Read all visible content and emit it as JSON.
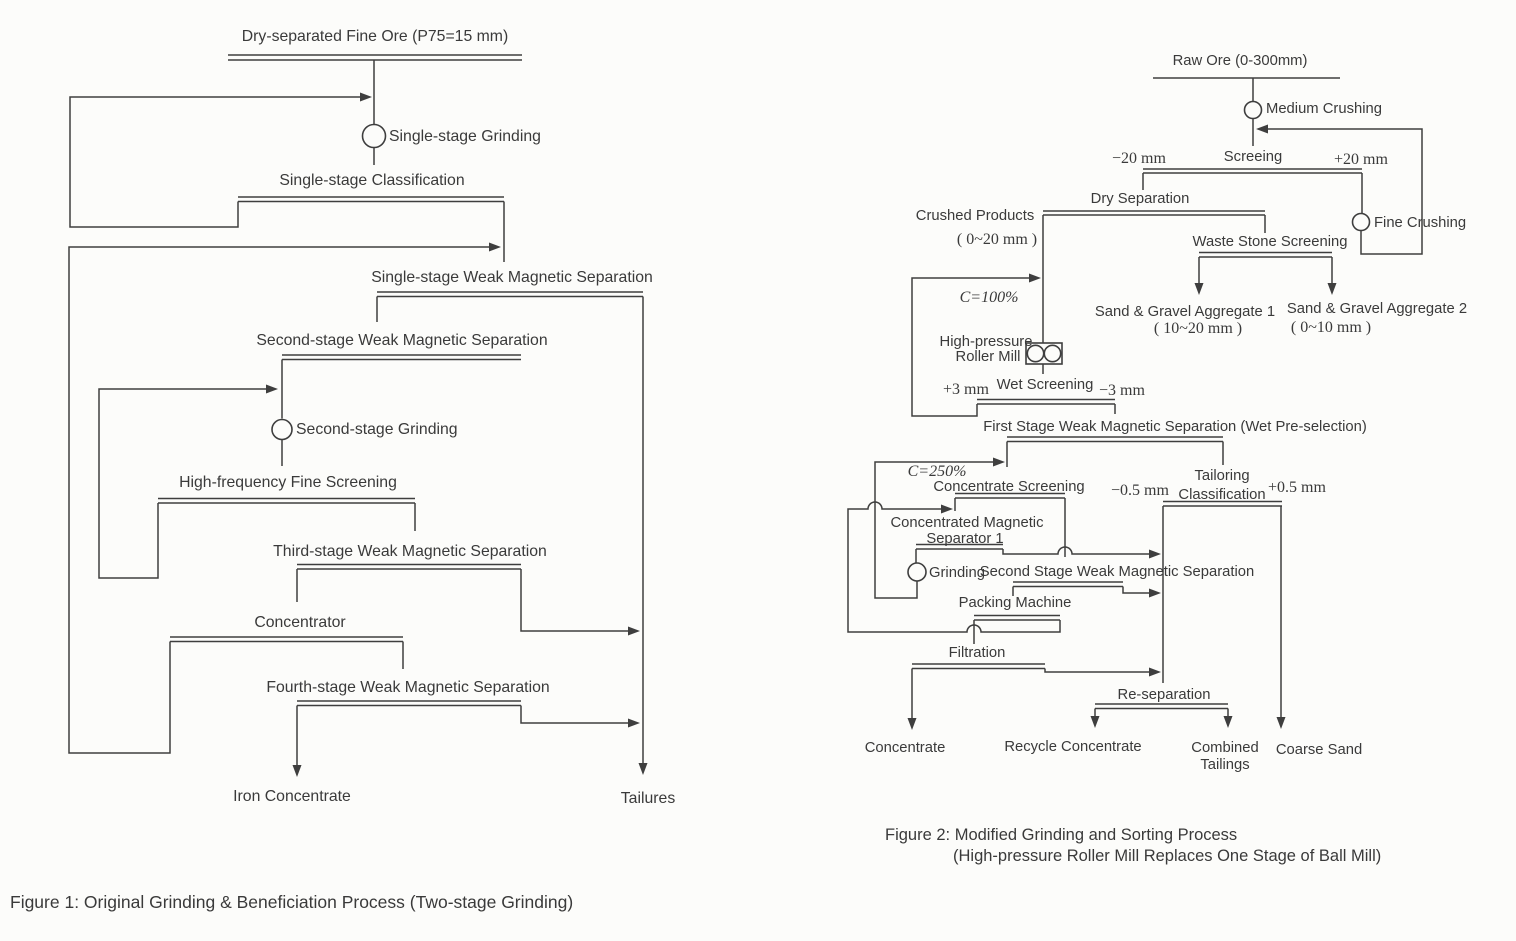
{
  "figure1": {
    "caption": "Figure 1: Original Grinding & Beneficiation Process (Two-stage Grinding)",
    "labels": {
      "feed": "Dry-separated Fine Ore (P75=15 mm)",
      "grinding1": "Single-stage Grinding",
      "classification": "Single-stage Classification",
      "wms1": "Single-stage Weak Magnetic Separation",
      "wms2": "Second-stage Weak Magnetic Separation",
      "grinding2": "Second-stage Grinding",
      "fine_screening": "High-frequency Fine Screening",
      "wms3": "Third-stage Weak Magnetic Separation",
      "concentrator": "Concentrator",
      "wms4": "Fourth-stage Weak Magnetic Separation",
      "iron_concentrate": "Iron Concentrate",
      "tailings": "Tailures"
    }
  },
  "figure2": {
    "caption_line1": "Figure 2: Modified Grinding and Sorting Process",
    "caption_line2": "(High-pressure Roller Mill Replaces One Stage of Ball Mill)",
    "labels": {
      "raw_ore": "Raw Ore (0-300mm)",
      "medium_crushing": "Medium Crushing",
      "screening": "Screeing",
      "minus20": "−20 mm",
      "plus20": "+20 mm",
      "dry_separation": "Dry Separation",
      "crushed_products": "Crushed Products",
      "crushed_size": "( 0~20 mm )",
      "fine_crushing": "Fine Crushing",
      "waste_stone_screening": "Waste Stone Screening",
      "aggregate1": "Sand & Gravel Aggregate 1",
      "aggregate1_size": "( 10~20 mm )",
      "aggregate2": "Sand & Gravel Aggregate 2",
      "aggregate2_size": "( 0~10 mm )",
      "c100": "C=100%",
      "roller_mill_1": "High-pressure",
      "roller_mill_2": "Roller Mill",
      "wet_screening": "Wet Screening",
      "plus3": "+3 mm",
      "minus3": "−3 mm",
      "fswms": "First Stage Weak Magnetic Separation (Wet Pre-selection)",
      "c250": "C=250%",
      "concentrate_screening": "Concentrate Screening",
      "minus05": "−0.5 mm",
      "tailoring1": "Tailoring",
      "tailoring2": "Classification",
      "plus05": "+0.5 mm",
      "cms1_line1": "Concentrated Magnetic",
      "cms1_line2": "Separator 1",
      "grinding": "Grinding",
      "sswms": "Second Stage Weak Magnetic Separation",
      "packing_machine": "Packing Machine",
      "filtration": "Filtration",
      "concentrate": "Concentrate",
      "reseparation": "Re-separation",
      "recycle_concentrate": "Recycle Concentrate",
      "combined1": "Combined",
      "combined2": "Tailings",
      "coarse_sand": "Coarse Sand"
    }
  }
}
